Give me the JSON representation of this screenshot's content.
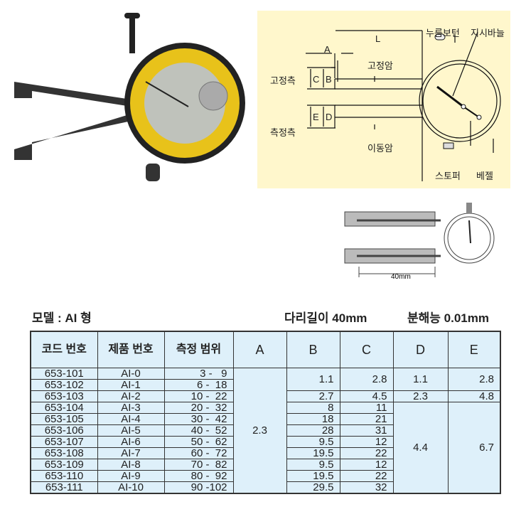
{
  "diagram": {
    "labels": {
      "L": "L",
      "A": "A",
      "B": "B",
      "C": "C",
      "D": "D",
      "E": "E",
      "fixed_arm": "고정암",
      "fixed_side": "고정측",
      "measure_side": "측정측",
      "moving_arm": "이동암",
      "push_button": "누름보턴",
      "pointer": "지시바늘",
      "stopper": "스토퍼",
      "bezel": "베젤"
    }
  },
  "ring_diagram": {
    "length_label": "40mm"
  },
  "specs": {
    "model": "모델 : AI 형",
    "leg_length": "다리길이 40mm",
    "resolution": "분해능 0.01mm"
  },
  "table": {
    "headers": [
      "코드 번호",
      "제품 번호",
      "측정 범위",
      "A",
      "B",
      "C",
      "D",
      "E"
    ],
    "codes": [
      "653-101",
      "653-102",
      "653-103",
      "653-104",
      "653-105",
      "653-106",
      "653-107",
      "653-108",
      "653-109",
      "653-110",
      "653-111"
    ],
    "products": [
      "AI-0",
      "AI-1",
      "AI-2",
      "AI-3",
      "AI-4",
      "AI-5",
      "AI-6",
      "AI-7",
      "AI-8",
      "AI-9",
      "AI-10"
    ],
    "ranges": [
      "3 -   9",
      "6 -  18",
      "10 -  22",
      "20 -  32",
      "30 -  42",
      "40 -  52",
      "50 -  62",
      "60 -  72",
      "70 -  82",
      "80 -  92",
      "90 -102"
    ],
    "A": "2.3",
    "B": [
      "1.1",
      "2.7",
      "8",
      "18",
      "28",
      "9.5",
      "19.5",
      "9.5",
      "19.5",
      "29.5"
    ],
    "C": [
      "2.8",
      "4.5",
      "11",
      "21",
      "31",
      "12",
      "22",
      "12",
      "22",
      "32"
    ],
    "D": [
      "1.1",
      "2.3",
      "4.4"
    ],
    "E": [
      "2.8",
      "4.8",
      "6.7"
    ]
  }
}
